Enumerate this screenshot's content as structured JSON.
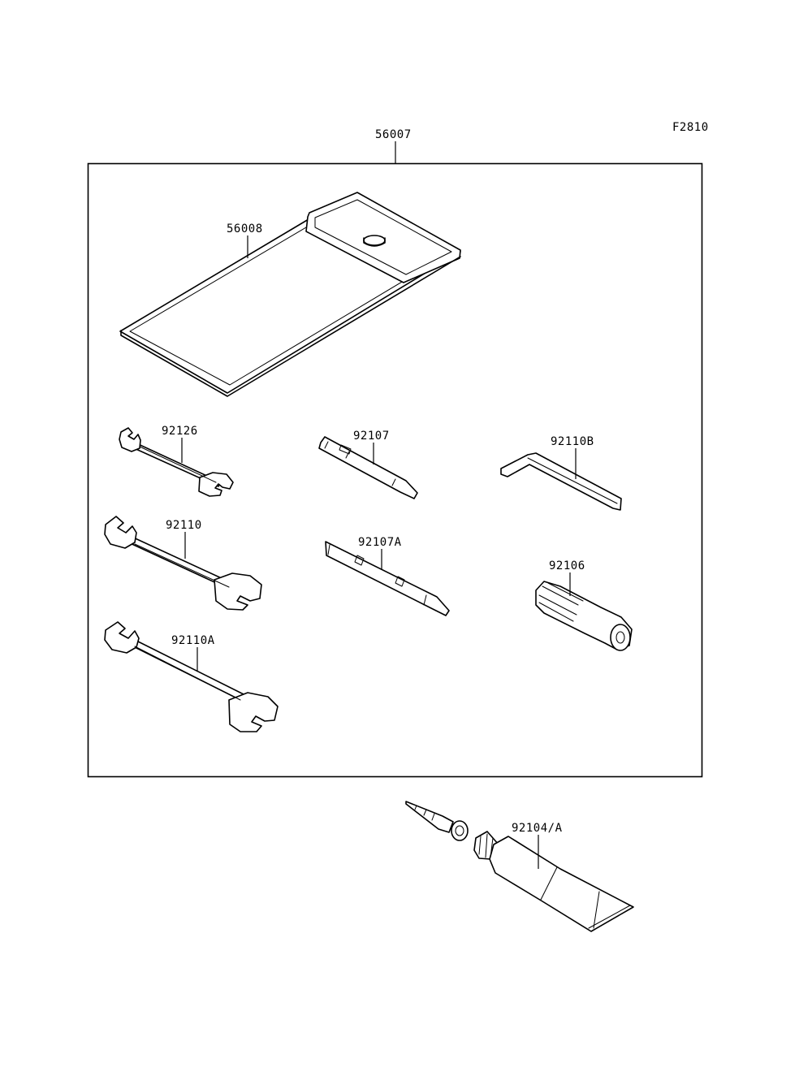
{
  "diagram": {
    "figure_code": "F2810",
    "parts": {
      "tool_kit": "56007",
      "tool_case": "56008",
      "wrench_small": "92126",
      "wrench_medium": "92110",
      "wrench_large": "92110A",
      "screwdriver": "92107",
      "screwdriver_a": "92107A",
      "hex_wrench": "92110B",
      "handle": "92106",
      "grease_tube": "92104/A"
    }
  }
}
